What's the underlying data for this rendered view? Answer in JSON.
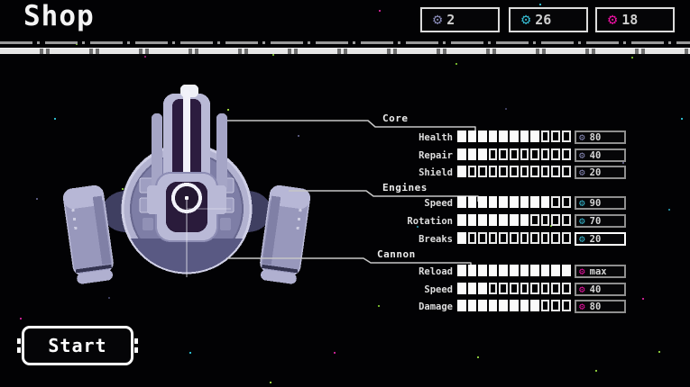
{
  "title": "Shop",
  "icons": {
    "gear": "⚙"
  },
  "currencies": [
    {
      "icon": "gear-icon",
      "value": "2",
      "color": "#8486b2"
    },
    {
      "icon": "gear-icon",
      "value": "26",
      "color": "#35b7cd"
    },
    {
      "icon": "gear-icon",
      "value": "18",
      "color": "#e811a0"
    }
  ],
  "sections": [
    {
      "label": "Core",
      "color": "#8486b2",
      "stats": [
        {
          "label": "Health",
          "filled": 8,
          "total": 11,
          "cost": "80"
        },
        {
          "label": "Repair",
          "filled": 3,
          "total": 11,
          "cost": "40"
        },
        {
          "label": "Shield",
          "filled": 1,
          "total": 11,
          "cost": "20"
        }
      ]
    },
    {
      "label": "Engines",
      "color": "#35b7cd",
      "stats": [
        {
          "label": "Speed",
          "filled": 9,
          "total": 11,
          "cost": "90"
        },
        {
          "label": "Rotation",
          "filled": 7,
          "total": 11,
          "cost": "70"
        },
        {
          "label": "Breaks",
          "filled": 1,
          "total": 11,
          "cost": "20",
          "highlight": true
        }
      ]
    },
    {
      "label": "Cannon",
      "color": "#e811a0",
      "stats": [
        {
          "label": "Reload",
          "filled": 11,
          "total": 11,
          "cost": "max"
        },
        {
          "label": "Speed",
          "filled": 3,
          "total": 11,
          "cost": "40"
        },
        {
          "label": "Damage",
          "filled": 8,
          "total": 11,
          "cost": "80"
        }
      ]
    }
  ],
  "start_button": {
    "label": "Start"
  }
}
